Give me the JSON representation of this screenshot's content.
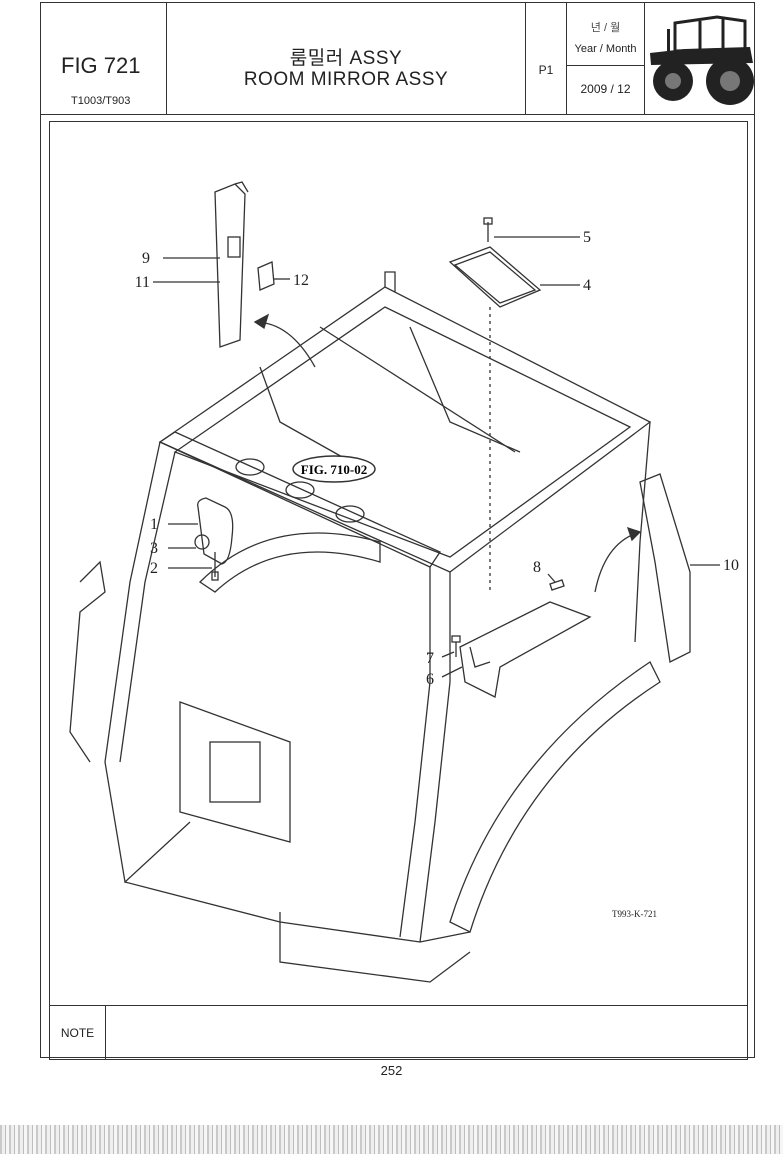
{
  "header": {
    "fig_label": "FIG 721",
    "models": "T1003/T903",
    "title_korean": "룸밀러 ASSY",
    "title_english": "ROOM MIRROR ASSY",
    "page_code": "P1",
    "year_month_korean": "년 / 월",
    "year_month_label": "Year / Month",
    "date": "2009 / 12",
    "logo_icon": "tractor-icon"
  },
  "diagram": {
    "reference_label": "FIG. 710-02",
    "drawing_code": "T993-K-721",
    "callouts": [
      "1",
      "2",
      "3",
      "4",
      "5",
      "6",
      "7",
      "8",
      "9",
      "10",
      "11",
      "12"
    ]
  },
  "footer": {
    "note_label": "NOTE",
    "note_text": "",
    "page_number": "252"
  }
}
